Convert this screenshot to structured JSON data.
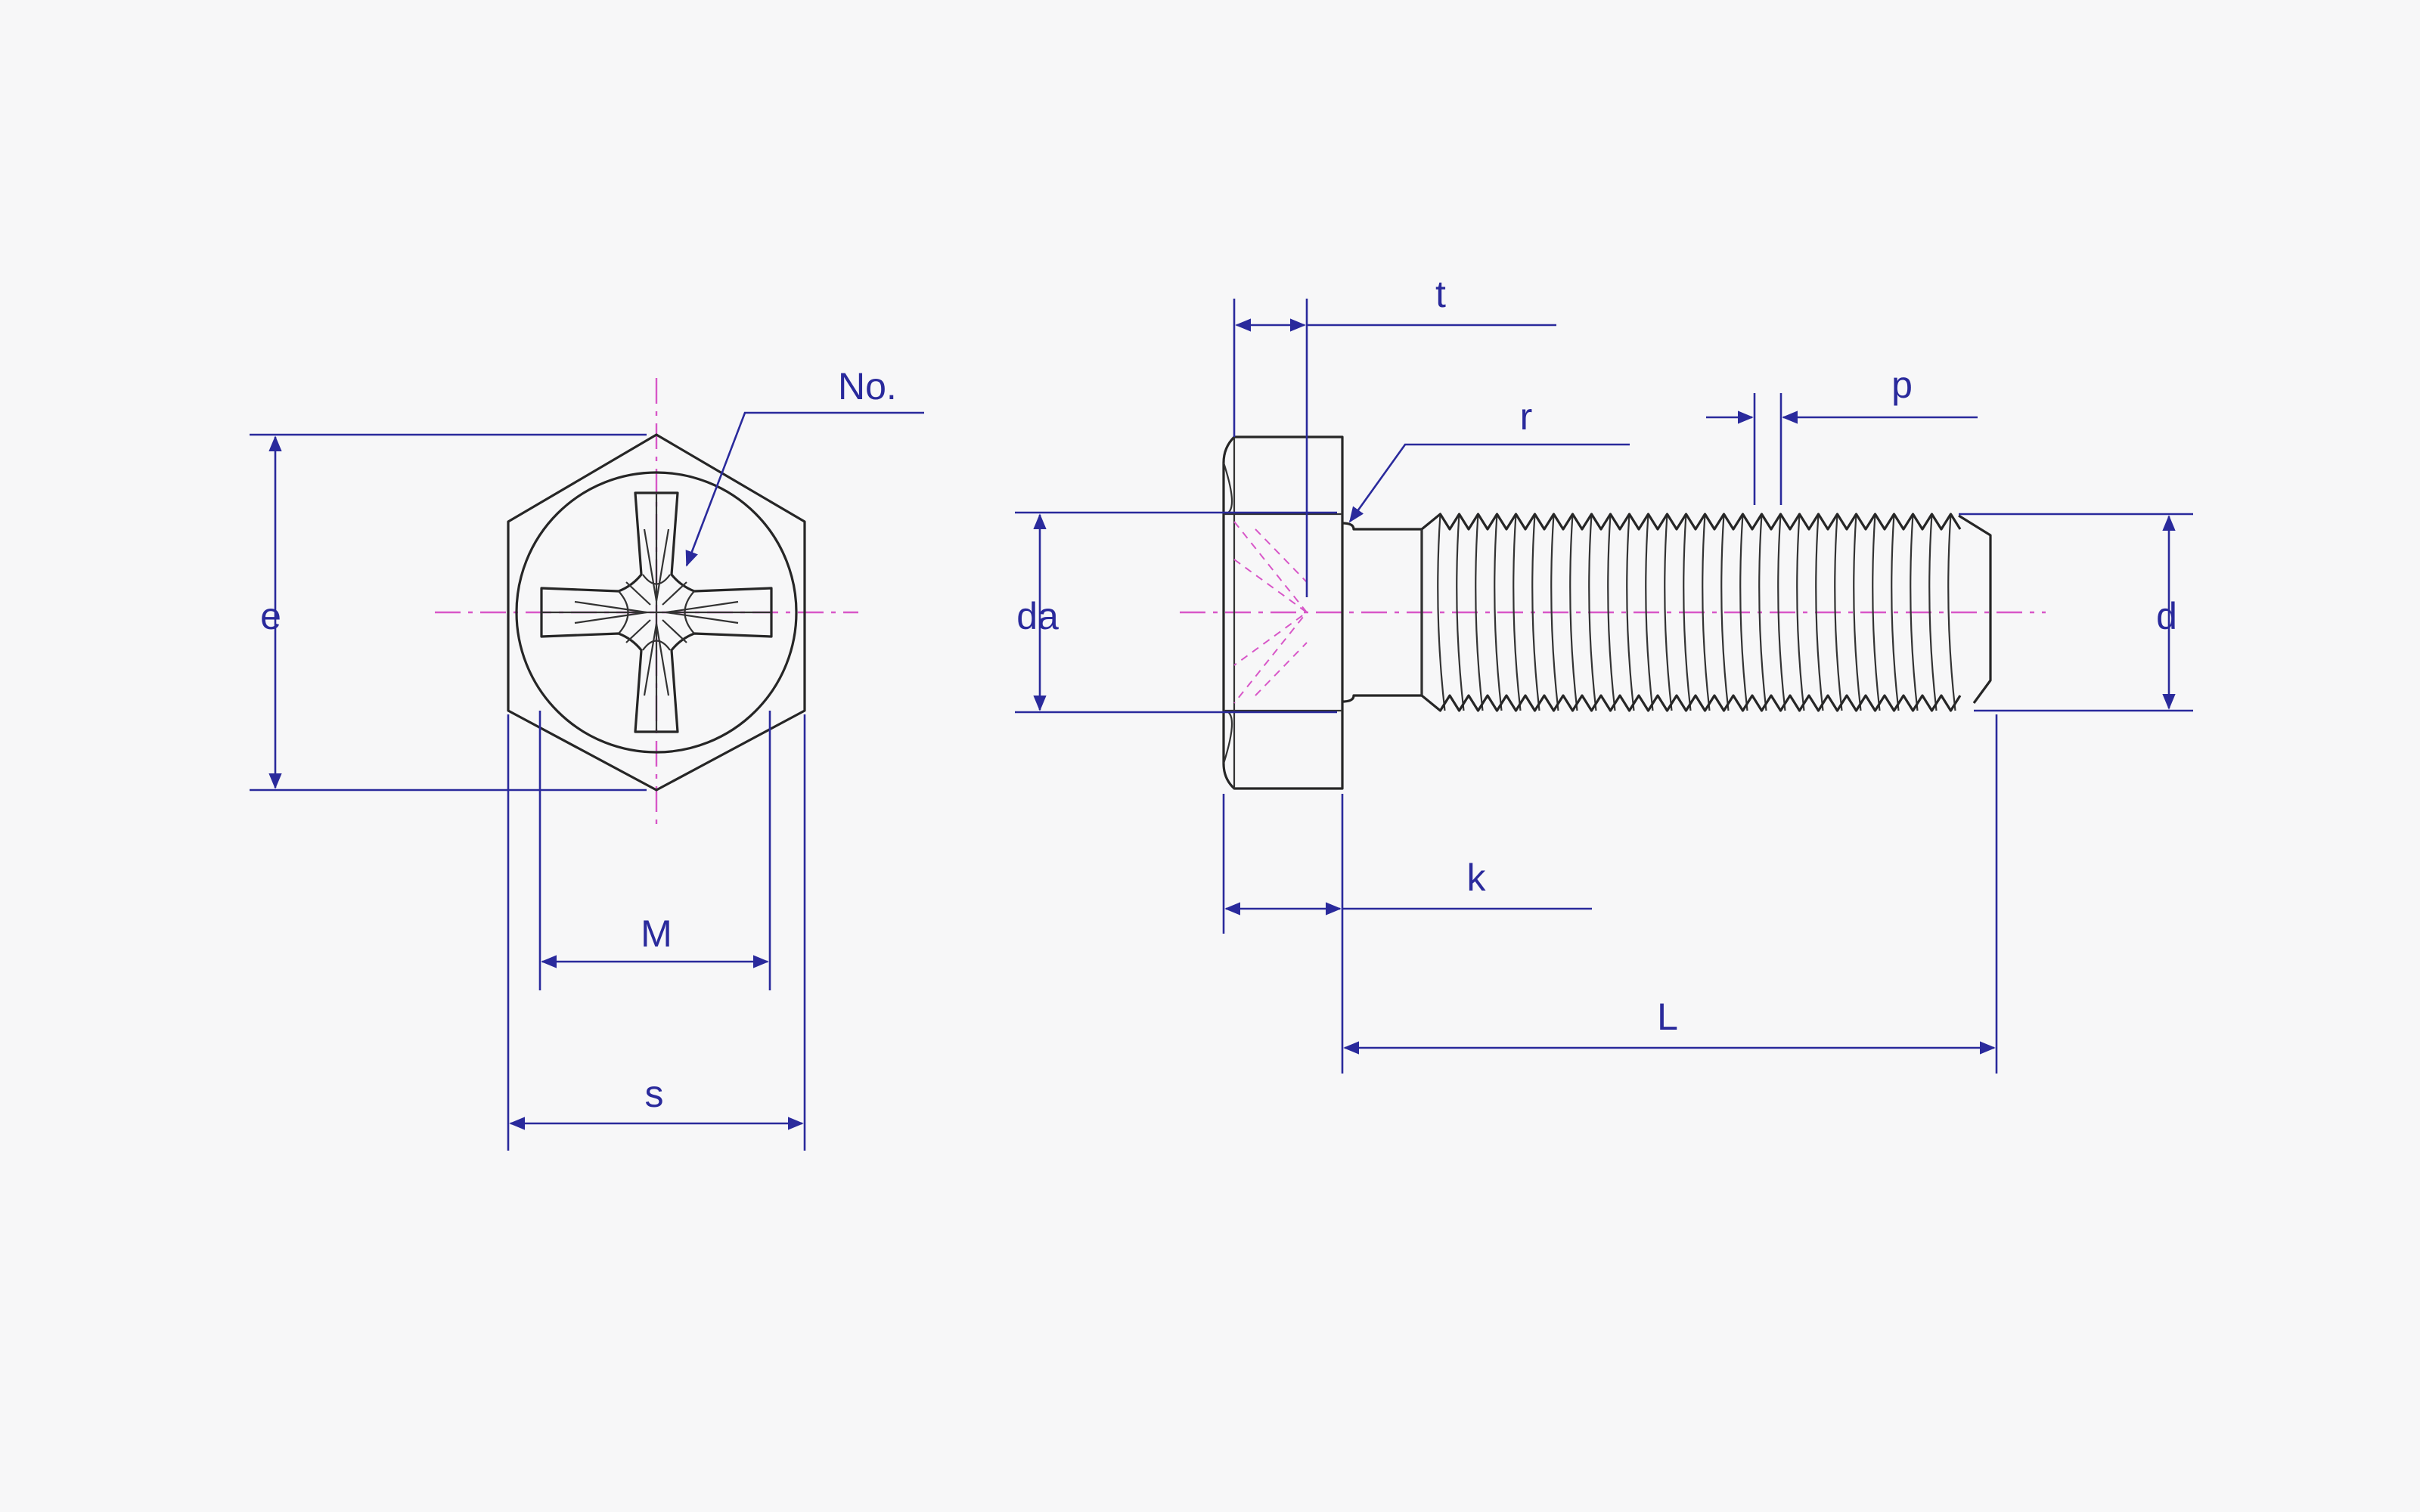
{
  "colors": {
    "background": "#f7f7f8",
    "outline": "#262626",
    "dimension": "#2a2a9c",
    "centerline": "#d857c8"
  },
  "labels": {
    "e": "e",
    "no": "No.",
    "M": "M",
    "s": "s",
    "t": "t",
    "r": "r",
    "p": "p",
    "da": "da",
    "d": "d",
    "k": "k",
    "L": "L"
  }
}
